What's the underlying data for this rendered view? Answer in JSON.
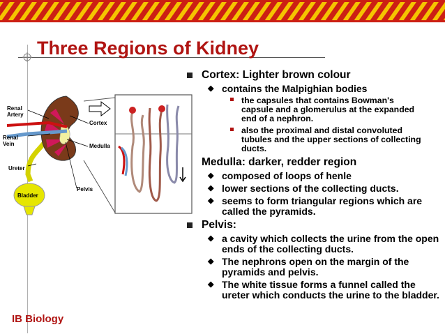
{
  "slide": {
    "title": "Three Regions of Kidney",
    "footer": "IB Biology",
    "colors": {
      "band": "#cc1f14",
      "band_stripe": "#f5c400",
      "title": "#b01412"
    }
  },
  "diagram": {
    "labels": [
      "Renal Artery",
      "Renal Vein",
      "Cortex",
      "Medulla",
      "Ureter",
      "Bladder",
      "Pelvis"
    ]
  },
  "content": {
    "cortex": "Cortex: Lighter brown colour",
    "cortex_sub": "contains the Malpighian bodies",
    "cortex_detail_1": "the capsules that contains Bowman's capsule and a glomerulus at the expanded end of a nephron.",
    "cortex_detail_2": "also the proximal and distal convoluted tubules and the upper sections of collecting ducts.",
    "medulla": "Medulla: darker, redder region",
    "medulla_items": [
      "composed of loops of henle",
      "lower sections of the collecting ducts.",
      "seems to form triangular regions which are called the pyramids."
    ],
    "pelvis": "Pelvis:",
    "pelvis_items": [
      "a cavity which collects the urine from the open ends of the collecting ducts.",
      "The nephrons open on the margin of the pyramids and pelvis.",
      "The white tissue forms a funnel called the ureter which conducts the urine to the bladder."
    ]
  }
}
